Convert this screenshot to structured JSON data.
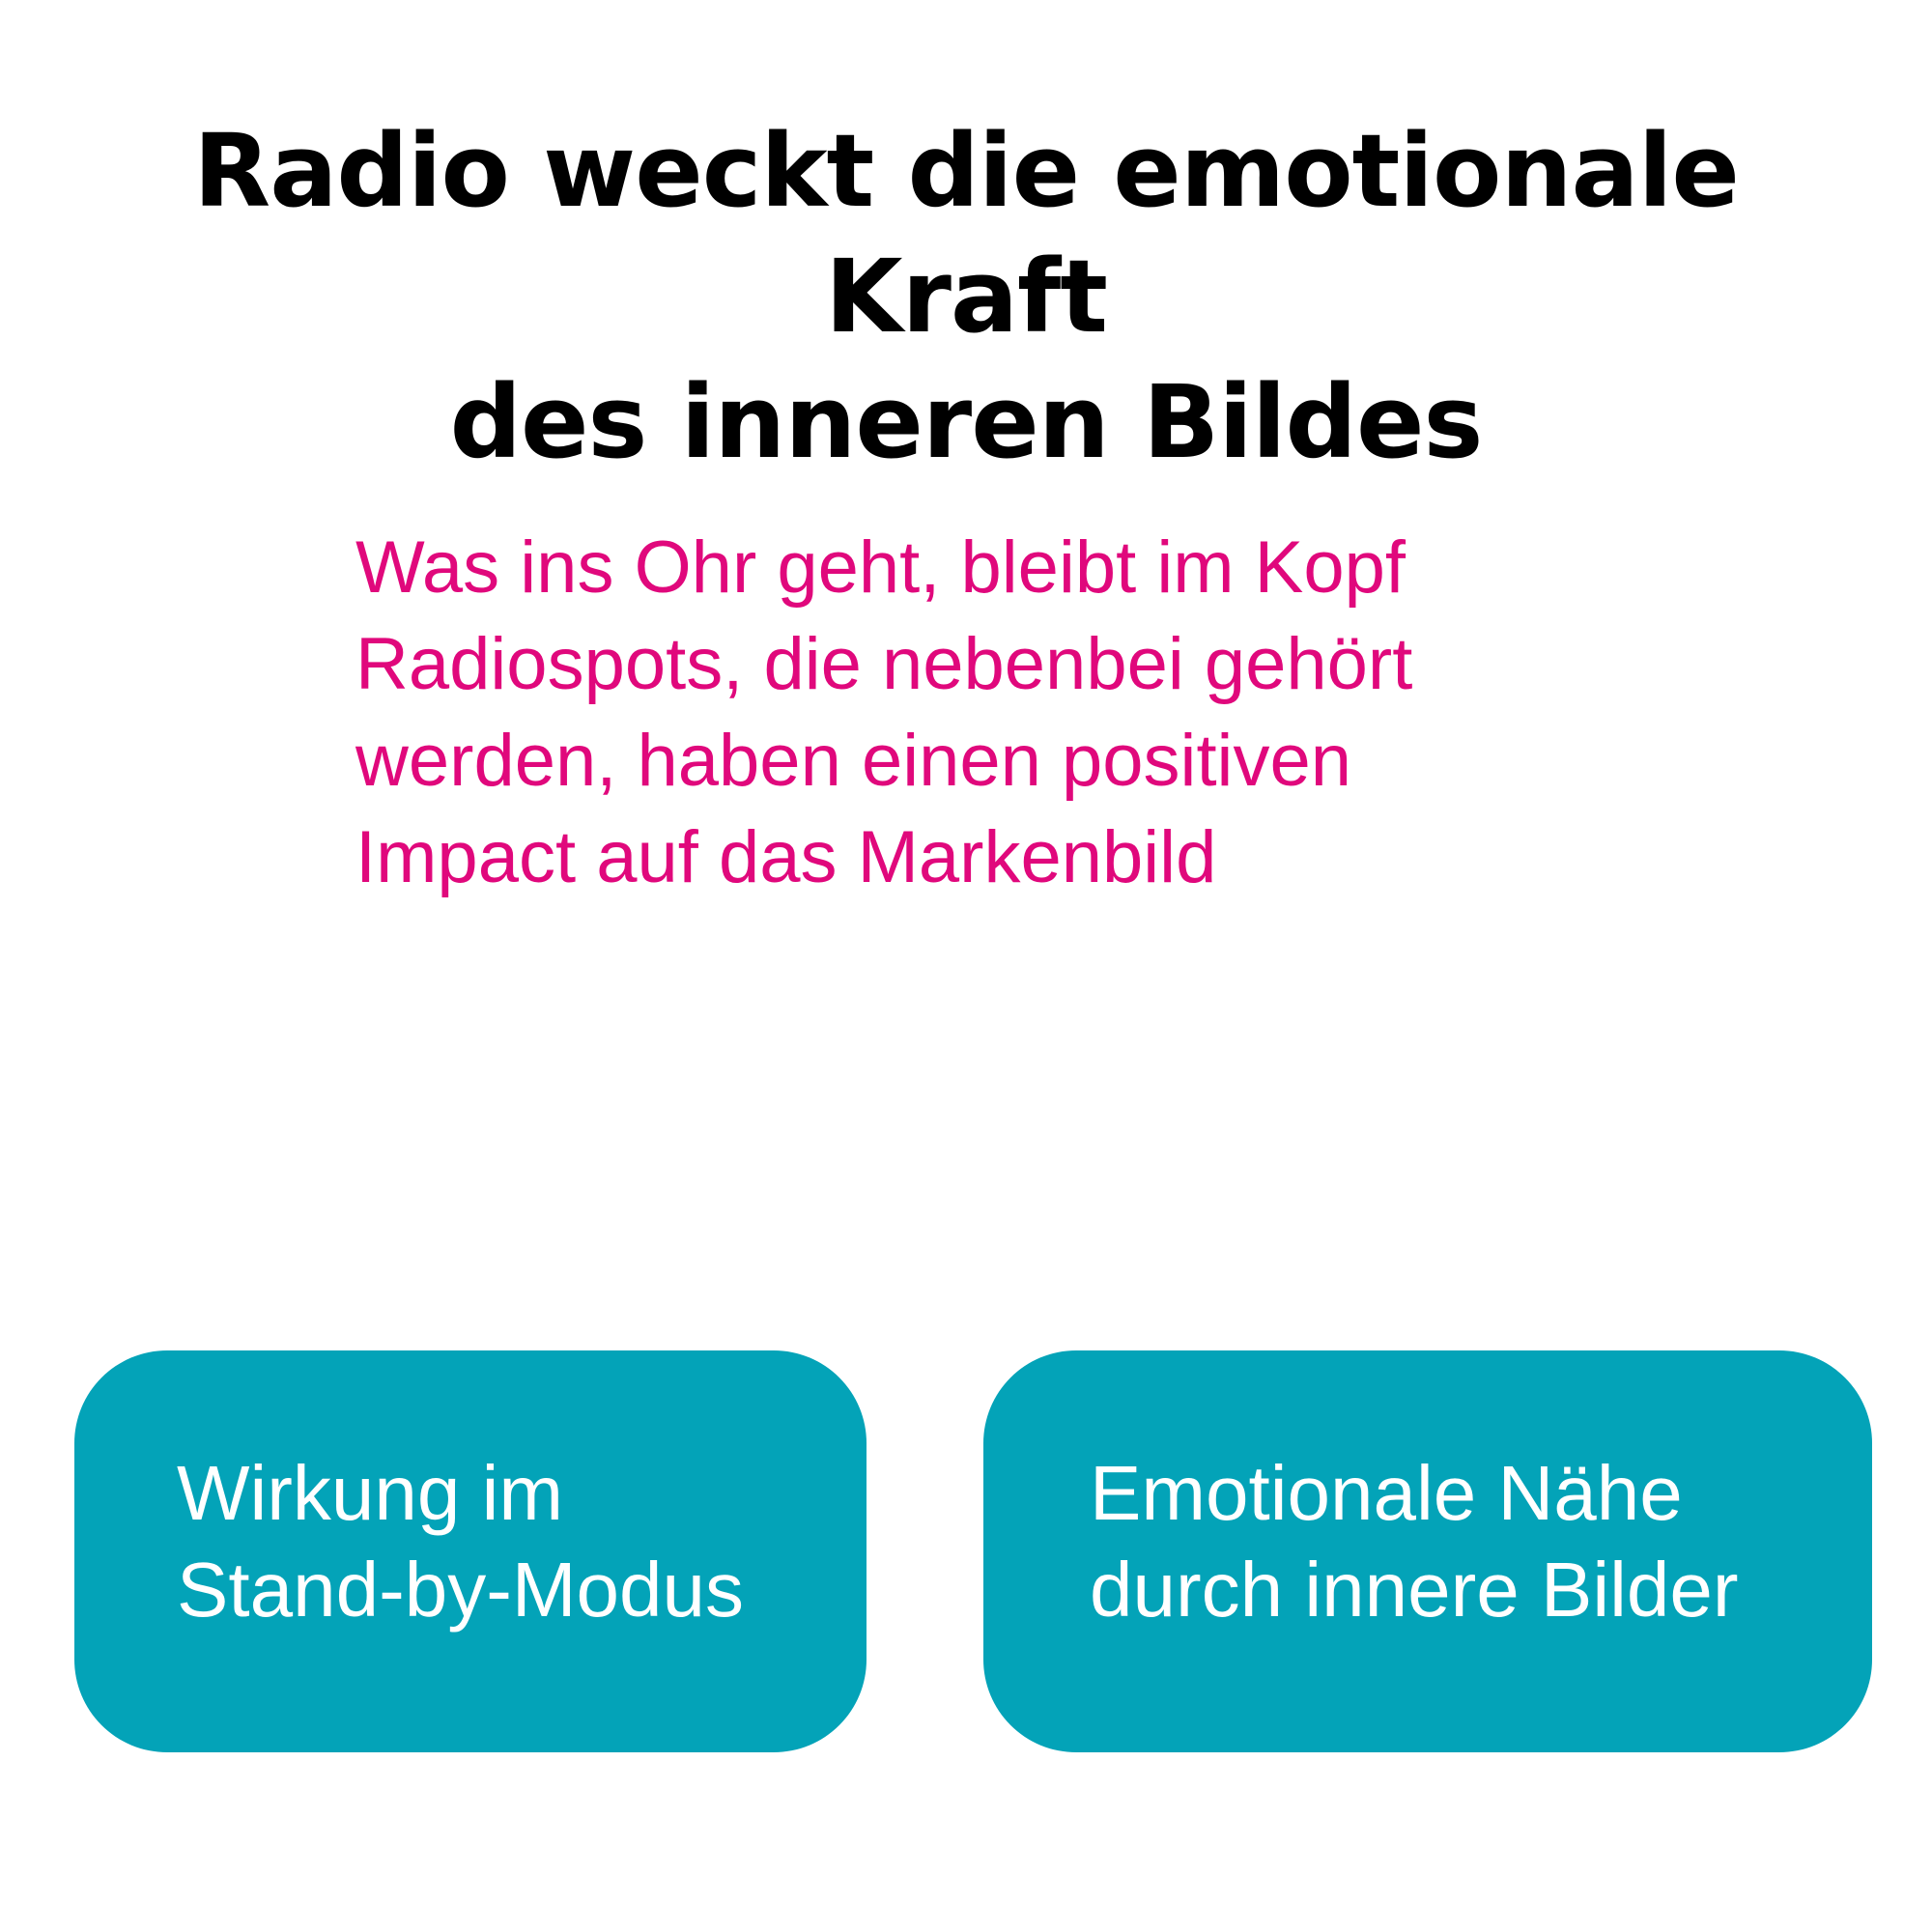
{
  "headline": {
    "line1": "Radio weckt die emotionale Kraft",
    "line2": "des inneren Bildes"
  },
  "tagline": {
    "lines": [
      "Was ins Ohr geht, bleibt im Kopf",
      "Radiospots, die nebenbei gehört",
      "werden, haben einen positiven",
      "Impact auf das Markenbild"
    ]
  },
  "cards": [
    {
      "lines": [
        "Wirkung im",
        "Stand-by-Modus"
      ]
    },
    {
      "lines": [
        "Emotionale Nähe",
        "durch innere Bilder"
      ]
    }
  ],
  "colors": {
    "accent_pink": "#e0087c",
    "card_teal": "#03a3b8",
    "headline": "#000000",
    "background": "#ffffff"
  }
}
